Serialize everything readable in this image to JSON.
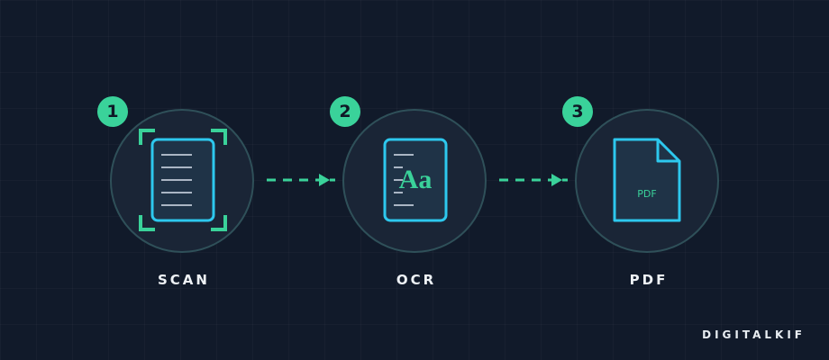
{
  "steps": [
    {
      "number": "1",
      "label": "SCAN",
      "icon": "scan-document-icon"
    },
    {
      "number": "2",
      "label": "OCR",
      "icon": "text-document-icon",
      "icon_text": "Aa"
    },
    {
      "number": "3",
      "label": "PDF",
      "icon": "pdf-file-icon",
      "icon_text": "PDF"
    }
  ],
  "connectors": [
    "dashed-arrow-icon",
    "dashed-arrow-icon"
  ],
  "brand": "DIGITALKIF",
  "colors": {
    "background": "#111a2a",
    "circle_fill": "#1a2536",
    "circle_border": "#2f5059",
    "accent_green": "#3ad29a",
    "accent_cyan": "#2dc8ee",
    "text": "#eef2f6"
  }
}
